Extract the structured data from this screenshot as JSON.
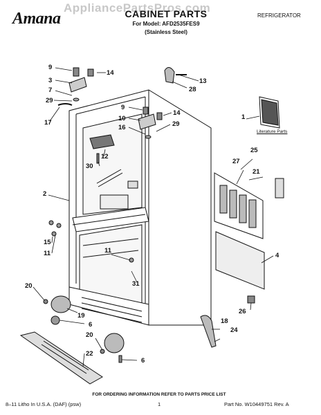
{
  "watermark": "AppliancePartsPros.com",
  "header": {
    "brand": "Amana",
    "title": "CABINET PARTS",
    "model_line": "For Model: AFD2535FES9",
    "finish_line": "(Stainless Steel)",
    "category": "REFRIGERATOR"
  },
  "callouts": {
    "c9a": "9",
    "c14a": "14",
    "c3": "3",
    "c7": "7",
    "c29a": "29",
    "c17": "17",
    "c13": "13",
    "c28": "28",
    "c9b": "9",
    "c14b": "14",
    "c10": "10",
    "c16": "16",
    "c29b": "29",
    "c12": "12",
    "c30": "30",
    "c2": "2",
    "c1": "1",
    "c25": "25",
    "c27": "27",
    "c21": "21",
    "c15": "15",
    "c11a": "11",
    "c11b": "11",
    "c31": "31",
    "c4": "4",
    "c20a": "20",
    "c19": "19",
    "c6a": "6",
    "c26": "26",
    "c18": "18",
    "c24": "24",
    "c20b": "20",
    "c22": "22",
    "c6b": "6"
  },
  "literature_label": "Literature Parts",
  "footer": {
    "ordering_note": "FOR ORDERING INFORMATION REFER TO PARTS PRICE LIST",
    "litho": "8–11 Litho In U.S.A. (DAF) (psw)",
    "page_number": "1",
    "part_number": "Part No. W10449751 Rev. A"
  }
}
